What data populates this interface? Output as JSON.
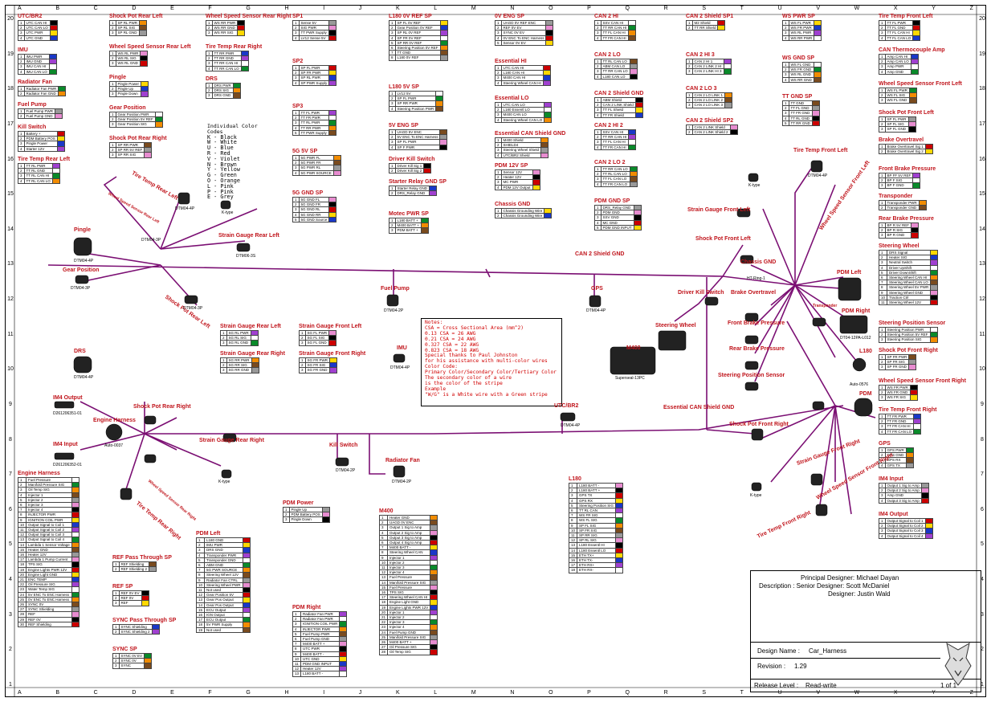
{
  "columns": [
    "A",
    "B",
    "C",
    "D",
    "E",
    "F",
    "G",
    "H",
    "I",
    "J",
    "K",
    "L",
    "M",
    "N",
    "O",
    "P",
    "Q",
    "R",
    "S",
    "T",
    "U",
    "V",
    "W",
    "X",
    "Y",
    "Z"
  ],
  "rows": [
    "20",
    "19",
    "18",
    "17",
    "16",
    "15",
    "14",
    "13",
    "12",
    "11",
    "10",
    "9",
    "8",
    "7",
    "6",
    "5",
    "4",
    "3",
    "2",
    "1"
  ],
  "color_legend": {
    "title": "Individual Color Codes",
    "items": [
      "K - Black",
      "W - White",
      "U - Blue",
      "R - Red",
      "V - Violet",
      "N - Brown",
      "Y - Yellow",
      "G - Green",
      "O - Orange",
      "L - Pink",
      "P - Pink",
      "E - Grey"
    ]
  },
  "notes": {
    "lines": [
      "Notes:",
      "CSA = Cross Sectional Area (mm^2)",
      "0.13 CSA = 26 AWG",
      "0.21 CSA = 24 AWG",
      "0.327 CSA = 22 AWG",
      "0.823 CSA = 18 AWG",
      "Special thanks to Paul Johnston",
      "for his assistance with multi-color wires",
      "Color Code:",
      "Primary Color/Secondary Color/Tertiary Color",
      "The secondary color of a wire",
      "is the color of the stripe",
      "Example",
      "\"W/G\" is a White wire with a Green stripe"
    ]
  },
  "title_block": {
    "principal": "Principal Designer: Michael Dayan",
    "senior": "Description :  Senior Designer: Scott McDaniel",
    "designer": "Designer: Justin Wald",
    "design_name_label": "Design Name :",
    "design_name": "Car_Harness",
    "revision_label": "Revision :",
    "revision": "1.29",
    "release_label": "Release Level :",
    "release": "Read-write",
    "sheet": "1 of 1"
  },
  "tables": [
    {
      "title": "UTC/BR2",
      "rows": [
        "UTC CAN HI",
        "UTC CAN LO",
        "UTC PWR",
        "UTC GND"
      ]
    },
    {
      "title": "IMU",
      "rows": [
        "IMU PWR",
        "IMU GND",
        "IMU CAN HI",
        "IMU CAN LO"
      ]
    },
    {
      "title": "Radiator Fan",
      "rows": [
        "Radiator Fan PWR",
        "Radiator Fan GND"
      ]
    },
    {
      "title": "Fuel Pump",
      "rows": [
        "Fuel Pump PWR",
        "Fuel Pump GND"
      ]
    },
    {
      "title": "Kill Switch",
      "rows": [
        "Battery +",
        "PDM Battery POS",
        "Pingle Power",
        "Starter 12V"
      ]
    },
    {
      "title": "Tire Temp Rear Left",
      "rows": [
        "TT RL PWR",
        "TT RL GND",
        "TT RL CAN HI",
        "TT RL CAN LO"
      ]
    },
    {
      "title": "Shock Pot Rear Left",
      "rows": [
        "SP RL PWR",
        "SP RL SIG",
        "SP RL GND"
      ]
    },
    {
      "title": "Wheel Speed Sensor Rear Left",
      "rows": [
        "WS RL PWR",
        "WS RL SIG",
        "WS RL GND"
      ]
    },
    {
      "title": "Pingle",
      "rows": [
        "Pingle Power",
        "Pingle Up",
        "Pingle Down"
      ]
    },
    {
      "title": "Gear Position",
      "rows": [
        "Gear Position PWR",
        "Gear Position 5V REF",
        "Gear Position SIG"
      ]
    },
    {
      "title": "Shock Pot Rear Right",
      "rows": [
        "SP RR PWR",
        "SP RR 5V REF",
        "SP RR SIG"
      ]
    },
    {
      "title": "Wheel Speed Sensor Rear Right",
      "rows": [
        "WS RR PWR",
        "WS RR GND",
        "WS RR SIG"
      ]
    },
    {
      "title": "Tire Temp Rear Right",
      "rows": [
        "TT RR PWR",
        "TT RR GND",
        "TT RR CAN HI",
        "TT RR CAN LO"
      ]
    },
    {
      "title": "DRS",
      "rows": [
        "DRS PWR",
        "DRS SIG",
        "DRS GND"
      ]
    },
    {
      "title": "SP1",
      "rows": [
        "Sense 5V",
        "SIG PWR",
        "TT PWR Supply",
        "LV12 Sense 5V"
      ]
    },
    {
      "title": "SP2",
      "rows": [
        "SP FL PWR",
        "SP FR PWR",
        "SP RL PWR",
        "SP PWR Supply"
      ]
    },
    {
      "title": "SP3",
      "rows": [
        "TT FL PWR",
        "TT FR PWR",
        "TT RL PWR",
        "TT RR PWR",
        "TT PWR Supply"
      ]
    },
    {
      "title": "5G 5V SP",
      "rows": [
        "5G PWR FL",
        "5G PWR FR",
        "5G PWR RL",
        "5G PWR SOURCE"
      ]
    },
    {
      "title": "5G GND SP",
      "rows": [
        "5G GND FL",
        "5G GND FR",
        "5G GND RL",
        "5G GND RR",
        "5G GND Source"
      ]
    },
    {
      "title": "L180 0V REF SP",
      "rows": [
        "SP FL 0V REF",
        "Gear Position 0V REF",
        "SP RL 0V REF",
        "SP FR 0V REF",
        "SP RR 0V REF",
        "Steering Position 0V REF",
        "TT GND",
        "L180 0V REF"
      ]
    },
    {
      "title": "L180 5V SP",
      "rows": [
        "LV12 5V",
        "SP FL PWR",
        "SP RR PWR",
        "Steering Position PWR"
      ]
    },
    {
      "title": "5V ENG SP",
      "rows": [
        "UAGD 5V ENC",
        "5V ENC To ENC Harness",
        "SP FL PWR",
        "SP F PWR"
      ]
    },
    {
      "title": "Driver Kill Switch",
      "rows": [
        "Driver Kill Sig 1",
        "Driver Kill Sig 2"
      ]
    },
    {
      "title": "Starter Relay GND SP",
      "rows": [
        "Starter Relay GND",
        "DRS_Relay GND"
      ]
    },
    {
      "title": "Motec PWR SP",
      "rows": [
        "L180 BATT +",
        "M400 BATT +",
        "PDM BATT +"
      ]
    },
    {
      "title": "0V ENG SP",
      "rows": [
        "UAGD 0V REF ENC",
        "REF 0V EV",
        "SYNC 0V EV",
        "0V ENC To ENC Harness",
        "Sensor 0V EV"
      ]
    },
    {
      "title": "Essential HI",
      "rows": [
        "UTC CAN HI",
        "L180 CAN HI",
        "M400 CAN HI",
        "Steering Wheel CAN HI"
      ]
    },
    {
      "title": "Essential LO",
      "rows": [
        "UTC CAN LO",
        "L180 Essentl LO",
        "M400 CAN LO",
        "Steering Wheel CAN LO"
      ]
    },
    {
      "title": "Essential CAN Shield GND",
      "rows": [
        "M400 Shield",
        "SHIELD4",
        "Steering Wheel Shield",
        "UTC/BR2 Shield"
      ]
    },
    {
      "title": "PDM 12V SP",
      "rows": [
        "Sensor 12V",
        "Heater 12V",
        "MC PWR",
        "PDM 12V Output"
      ]
    },
    {
      "title": "Chassis GND",
      "rows": [
        "Chassis Grounding Wire",
        "Chassis Grounding Wire"
      ]
    },
    {
      "title": "CAN 2 HI",
      "rows": [
        "SSV CAN HI",
        "TT RR CAN HI",
        "TT FL CAN HI",
        "TT FR CAN HI"
      ]
    },
    {
      "title": "CAN 2 LO",
      "rows": [
        "TT RL CAN LO",
        "ABM CAN LO",
        "TT RR CAN LO",
        "L180 CAN LO"
      ]
    },
    {
      "title": "CAN 2 Shield GND",
      "rows": [
        "ABM Shield",
        "CAN 2 LINK Shield",
        "TT FL Shield",
        "TT FR Shield"
      ]
    },
    {
      "title": "CAN 2 HI 2",
      "rows": [
        "SSV CAN HI",
        "TT RR CAN HI",
        "TT FL CAN HI",
        "TT FR CAN HI"
      ]
    },
    {
      "title": "CAN 2 LO 2",
      "rows": [
        "TT RR CAN LO",
        "TT RL CAN LO",
        "TT FL CAN LO",
        "TT FR CAN LO"
      ]
    },
    {
      "title": "PDM GND SP",
      "rows": [
        "DRS_Relay GND",
        "PDM GND",
        "SSV GND",
        "MC GND",
        "PDM GND INPUT"
      ]
    },
    {
      "title": "CAN 2 Shield SP1",
      "rows": [
        "M2 Shield",
        "TT RR Shield"
      ]
    },
    {
      "title": "CAN 2 HI 3",
      "rows": [
        "CAN 2 HI 1",
        "CAN 2 LINK 2 HI",
        "CAN 2 LINK HI 3"
      ]
    },
    {
      "title": "CAN 2 LO 3",
      "rows": [
        "CAN 2 LO LINK 1",
        "CAN 2 LO LINK 2",
        "CAN 2 LO LINK 3"
      ]
    },
    {
      "title": "CAN 2 Shield SP2",
      "rows": [
        "CAN 2 LINK Shield",
        "CAN 2 LINK Shield 2"
      ]
    },
    {
      "title": "WS PWR SP",
      "rows": [
        "WS FL PWR",
        "WS FR PWR",
        "WS RL PWR",
        "WS RR PWR"
      ]
    },
    {
      "title": "WS GND SP",
      "rows": [
        "WS FL GND",
        "WS FR GND",
        "WS RL GND",
        "WS RR GND"
      ]
    },
    {
      "title": "TT GND SP",
      "rows": [
        "TT GND",
        "TT FL GND",
        "TT FR GND",
        "TT RL GND",
        "TT RR GND"
      ]
    },
    {
      "title": "Tire Temp Front Left",
      "rows": [
        "TT FL PWR",
        "TT FL GND",
        "TT FL CAN HI",
        "TT FL CAN LO"
      ]
    },
    {
      "title": "CAN Thermocouple Amp",
      "rows": [
        "Amp CAN HI",
        "Amp CAN LO",
        "Amp PWR",
        "Amp GND"
      ]
    },
    {
      "title": "Wheel Speed Sensor Front Left",
      "rows": [
        "WS FL PWR",
        "WS FL SIG",
        "WS FL GND"
      ]
    },
    {
      "title": "Shock Pot Front Left",
      "rows": [
        "SP FL PWR",
        "SP FL SIG",
        "SP FL GND"
      ]
    },
    {
      "title": "Brake Overtravel",
      "rows": [
        "Brake Overtravel Sig 1",
        "Brake Overtravel Sig 2"
      ]
    },
    {
      "title": "Front Brake Pressure",
      "rows": [
        "BP FF 5V REF",
        "BP F SIG",
        "BP F GND"
      ]
    },
    {
      "title": "Transponder",
      "rows": [
        "Transponder PWR",
        "Transponder GND"
      ]
    },
    {
      "title": "Rear Brake Pressure",
      "rows": [
        "BP R 5V REF",
        "BP R SIG",
        "BP R GND"
      ]
    },
    {
      "title": "Steering Wheel",
      "rows": [
        "DRS Signal",
        "Heater SIG",
        "Neutral Switch",
        "Driver UpShift",
        "Driver DownShift",
        "Steering Wheel CAN HI",
        "Steering Wheel CAN LO",
        "Steering Wheel 5V PWR",
        "Steering Wheel GND",
        "Traction Ctrl",
        "Steering Wheel 12V"
      ]
    },
    {
      "title": "Steering Position Sensor",
      "rows": [
        "Steering Position PWR",
        "Steering Position 5V REF",
        "Steering Position SIG"
      ]
    },
    {
      "title": "Shock Pot Front Right",
      "rows": [
        "SP FR PWR",
        "SP FR SIG",
        "SP FR GND"
      ]
    },
    {
      "title": "Wheel Speed Sensor Front Right",
      "rows": [
        "WS FR PWR",
        "WS FR GND",
        "WS FR SIG"
      ]
    },
    {
      "title": "Tire Temp Front Right",
      "rows": [
        "TT FR PWR",
        "TT FR GND",
        "TT FR CAN HI",
        "TT FR CAN LO"
      ]
    },
    {
      "title": "GPS",
      "rows": [
        "GPS PWR",
        "GPS GND",
        "GPS RX",
        "GPS TX"
      ]
    },
    {
      "title": "IM4 Input",
      "rows": [
        "Output 1 Sig to Amp",
        "Output 2 Sig to Amp",
        "Amp GND",
        "Output 3 Sig to Amp"
      ]
    },
    {
      "title": "IM4 Output",
      "rows": [
        "Output Signal to Coil 1",
        "Output Signal to Coil 2",
        "Output Signal to Coil 3",
        "Output Signal to Coil 4"
      ]
    },
    {
      "title": "Strain Gauge Rear Left",
      "rows": [
        "SG RL PWR",
        "SG RL SIG",
        "SG RL GND"
      ]
    },
    {
      "title": "Strain Gauge Rear Right",
      "rows": [
        "SG RR PWR",
        "SG RR SIG",
        "SG RR GND"
      ]
    },
    {
      "title": "Strain Gauge Front Left",
      "rows": [
        "SG FL PWR",
        "SG FL SIG",
        "SG FL GND"
      ]
    },
    {
      "title": "Strain Gauge Front Right",
      "rows": [
        "SG FR PWR",
        "SG FR SIG",
        "SG FR GND"
      ]
    },
    {
      "title": "Engine Harness",
      "rows": [
        "Fuel Pressure",
        "Manifold Pressure SIG",
        "Oil Temp SIG",
        "Injector 1",
        "Injector 2",
        "Injector 3",
        "Injector 4",
        "INJECTOR PWR",
        "IGNITION COIL PWR",
        "Output Signal to Coil 1",
        "Output Signal to Coil 2",
        "Output Signal to Coil 3",
        "Output Signal to Coil 4",
        "Lambda 1 Sensor Voltage",
        "Heater GND",
        "Heater 12V",
        "Lambda 1 Pump Current",
        "TPS SIG",
        "Engine Lights PWR 12V",
        "Engine Light GND",
        "ENC TEMP",
        "Oil Pressure SIG",
        "Water Temp SIG",
        "5V ENC To ENC Harness",
        "0V ENC To ENC Harness",
        "SYNC 0V",
        "SYNC Shielding",
        "REF",
        "REF 0V",
        "REF Shielding"
      ]
    },
    {
      "title": "REF Pass Through SP",
      "rows": [
        "REF Shielding",
        "REF Shielding 2"
      ]
    },
    {
      "title": "REF SP",
      "rows": [
        "REF 0V EV",
        "REF 0V",
        "REF"
      ]
    },
    {
      "title": "SYNC Pass Through SP",
      "rows": [
        "SYNC Shielding",
        "SYNC Shielding 2"
      ]
    },
    {
      "title": "SYNC SP",
      "rows": [
        "SYNC 0V EV",
        "SYNC 0V",
        "SYNC"
      ]
    },
    {
      "title": "PDM Power",
      "rows": [
        "Pingle Up",
        "PDM Battery POS",
        "Pingle Down"
      ]
    },
    {
      "title": "PDM Left",
      "rows": [
        "L180 GND",
        "IMU PWR",
        "DRS GND",
        "Transponder PWR",
        "Transponder GND",
        "ABM GND",
        "5G PWR SOURCE",
        "Steering Wheel 12V",
        "Radiator Fan CTRL",
        "Steering Wheel PWR",
        "Not used",
        "Gear Position 5V",
        "Gear Pos Output",
        "Gear Pos Output",
        "ECU Output",
        "IGN Output",
        "ECU Output",
        "5V PWR Supply",
        "Not used"
      ]
    },
    {
      "title": "PDM Right",
      "rows": [
        "Radiator Fan PWR",
        "Radiator Fan PWR",
        "IGNITION COIL PWR",
        "INJECTOR PWR",
        "Fuel Pump PWR",
        "Fuel Pump GND",
        "M400 BATT +",
        "UTC PWR",
        "M400 BATT -",
        "UTC GND",
        "PDM GND INPUT",
        "Heater 12V",
        "L180 BATT -"
      ]
    },
    {
      "title": "M400",
      "rows": [
        "Heater GND",
        "UAGD 0V ENC",
        "Output 1 Sig to Amp",
        "Output 2 Sig to Amp",
        "Output 3 Sig to Amp",
        "Output 4 Sig to Amp",
        "M400 BATT -",
        "Steering Wheel CAN",
        "Injector 1",
        "Injector 2",
        "Injector 3",
        "Injector 4",
        "Fuel Pressure",
        "Manifold Pressure SIG",
        "Fuel Pressure",
        "TPS SIG",
        "Steering Wheel CAN HI",
        "Engine Light GND",
        "Engine Lights PWR 12V",
        "Injector 1",
        "Injector 2",
        "Injector 3",
        "Injector 4",
        "Fuel Pump GND",
        "Manifold Pressure SIG",
        "M400 BATT +",
        "Oil Pressure SIG",
        "Oil Temp SIG"
      ]
    },
    {
      "title": "L180",
      "rows": [
        "L180 BATT -",
        "L180 BATT +",
        "GPS TX",
        "GPS RX",
        "Steering Position SIG",
        "TT RL CAN",
        "WS FR SIG",
        "WS FL SIG",
        "SP FL SIG",
        "SP FR SIG",
        "SP RR SIG",
        "SP RL SIG",
        "L180 Essentl HI",
        "L180 Essentl LO",
        "ETH TX+",
        "ETH TX-",
        "ETH RX+",
        "ETH RX-"
      ]
    }
  ],
  "labels": {
    "tire_temp_rear_left": "Tire Temp Rear Left",
    "wheel_speed_rear_left": "Wheel Speed Sensor Rear Left",
    "pingle": "Pingle",
    "gear_position": "Gear Position",
    "shock_pot_rear_left": "Shock Pot Rear Left",
    "strain_gauge_rear_left": "Strain Gauge Rear Left",
    "fuel_pump": "Fuel Pump",
    "drs": "DRS",
    "imu": "IMU",
    "im4_output": "IM4 Output",
    "im4_input": "IM4 Input",
    "engine_harness": "Engine Harness",
    "shock_pot_rear_right": "Shock Pot Rear Right",
    "strain_gauge_rear_right": "Strain Gauge Rear Right",
    "wheel_speed_rear_right": "Wheel Speed Sensor Rear Right",
    "tire_temp_rear_right": "Tire Temp Rear Right",
    "kill_switch": "Kill Switch",
    "radiator_fan": "Radiator Fan",
    "utc_br2": "UTC/BR2",
    "can2_shield": "CAN 2 Shield GND",
    "gps": "GPS",
    "m400": "M400",
    "steering_wheel": "Steering Wheel",
    "driver_kill": "Driver Kill Switch",
    "brake_overtravel": "Brake Overtravel",
    "front_brake_pressure": "Front Brake Pressure",
    "rear_brake_pressure": "Rear Brake Pressure",
    "steering_position": "Steering Position Sensor",
    "essential_can_shield": "Essential CAN Shield GND",
    "shock_pot_front_right": "Shock Pot Front Right",
    "strain_gauge_front_right": "Strain Gauge Front Right",
    "wheel_speed_front_right": "Wheel Speed Sensor Front Right",
    "tire_temp_front_right": "Tire Temp Front Right",
    "pdm_left": "PDM Left",
    "pdm_right": "PDM Right",
    "l180": "L180",
    "pdm": "PDM",
    "chassis_gnd": "Chassis GND",
    "transponder": "Transponder",
    "strain_gauge_front_left": "Strain Gauge Front Left",
    "shock_pot_front_left": "Shock Pot Front Left",
    "tire_temp_front_left": "Tire Temp Front Left",
    "wheel_speed_front_left": "Wheel Speed Sensor Front Left",
    "can_thermo": "CAN Thermocouple Amp"
  },
  "connectors": {
    "dtm04_4p": "DTM04-4P",
    "dtm04_3p": "DTM04-3P",
    "dtm04_2p": "DTM04-2P",
    "dtm06_3s": "DTM06-3S",
    "dtm06_2s": "DTM06-2S",
    "ktype": "K-type",
    "autosport": "Auto-0037",
    "d261": "D261206351-01",
    "d262": "D261206352-01",
    "superseal": "Superseal-13PC",
    "autosport2": "Auto-0576",
    "dtm04_12pa": "DT04-12PA-L012",
    "ht_ring": "HT-Ring-1"
  }
}
